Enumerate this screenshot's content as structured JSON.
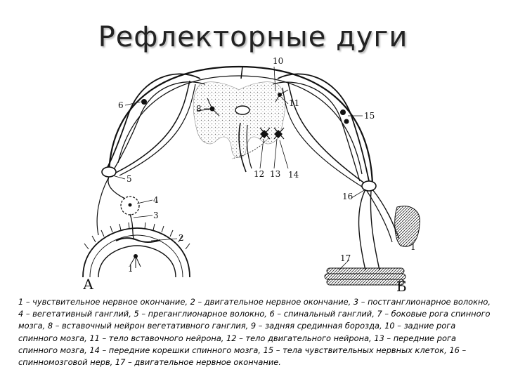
{
  "title": "Рефлекторные  дуги",
  "labels": {
    "n1": "1",
    "n2": "2",
    "n3": "3",
    "n4": "4",
    "n5": "5",
    "n6": "6",
    "n8": "8",
    "n10": "10",
    "n11": "11",
    "n12": "12",
    "n13": "13",
    "n14": "14",
    "n15": "15",
    "n16": "16",
    "n17": "17",
    "n1_right": "1",
    "letter_a": "А",
    "letter_b": "Б"
  },
  "caption": "1 – чувствительное нервное окончание, 2 – двигательное нервное окончание,  3 – постганглионарное волокно,  4 – вегетативный ганглий, 5 – преганглионарное волокно, 6 – спинальный ганглий,  7 – боковые рога спинного мозга, 8 – вставочный нейрон вегетативного ганглия,  9 – задняя срединная борозда, 10 – задние рога спинного мозга, 11 – тело вставочного нейрона,  12 – тело двигательного нейрона, 13 – передние рога спинного мозга, 14 – передние корешки спинного мозга, 15 – тела чувствительных нервных клеток, 16 – спинномозговой нерв, 17 – двигательное нервное окончание."
}
